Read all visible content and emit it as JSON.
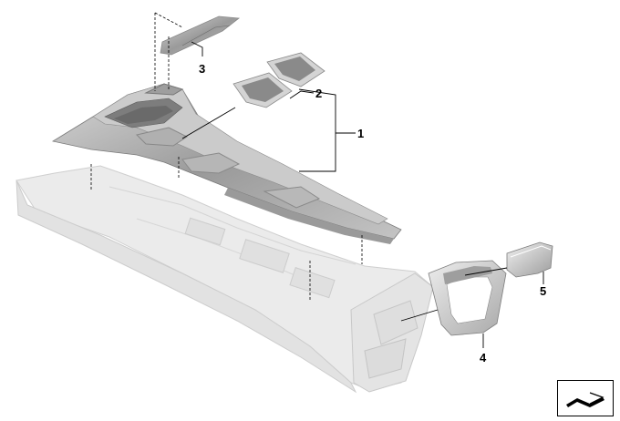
{
  "callouts": [
    {
      "id": "1",
      "label": "1"
    },
    {
      "id": "2",
      "label": "2"
    },
    {
      "id": "3",
      "label": "3"
    },
    {
      "id": "4",
      "label": "4"
    },
    {
      "id": "5",
      "label": "5"
    }
  ],
  "icons": {
    "badge": "view-direction-icon"
  },
  "colors": {
    "background": "#ffffff",
    "background_part": "#e8e8e8",
    "background_part_edge": "#cfcfcf",
    "trim_dark": "#8e8e8e",
    "trim_mid": "#b9b9b9",
    "trim_light": "#dcdcdc",
    "leader": "#000000"
  }
}
